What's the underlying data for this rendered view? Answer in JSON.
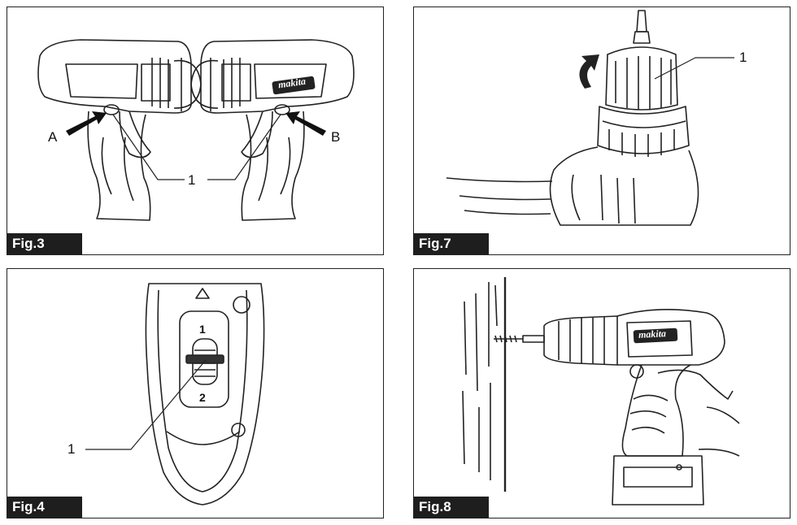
{
  "figures": [
    {
      "id": "fig3",
      "caption": "Fig.3",
      "callouts": {
        "part": "1",
        "a": "A",
        "b": "B"
      },
      "brand": "makita"
    },
    {
      "id": "fig7",
      "caption": "Fig.7",
      "callouts": {
        "part": "1"
      }
    },
    {
      "id": "fig4",
      "caption": "Fig.4",
      "callouts": {
        "part": "1",
        "pos1": "1",
        "pos2": "2"
      }
    },
    {
      "id": "fig8",
      "caption": "Fig.8",
      "brand": "makita"
    }
  ]
}
